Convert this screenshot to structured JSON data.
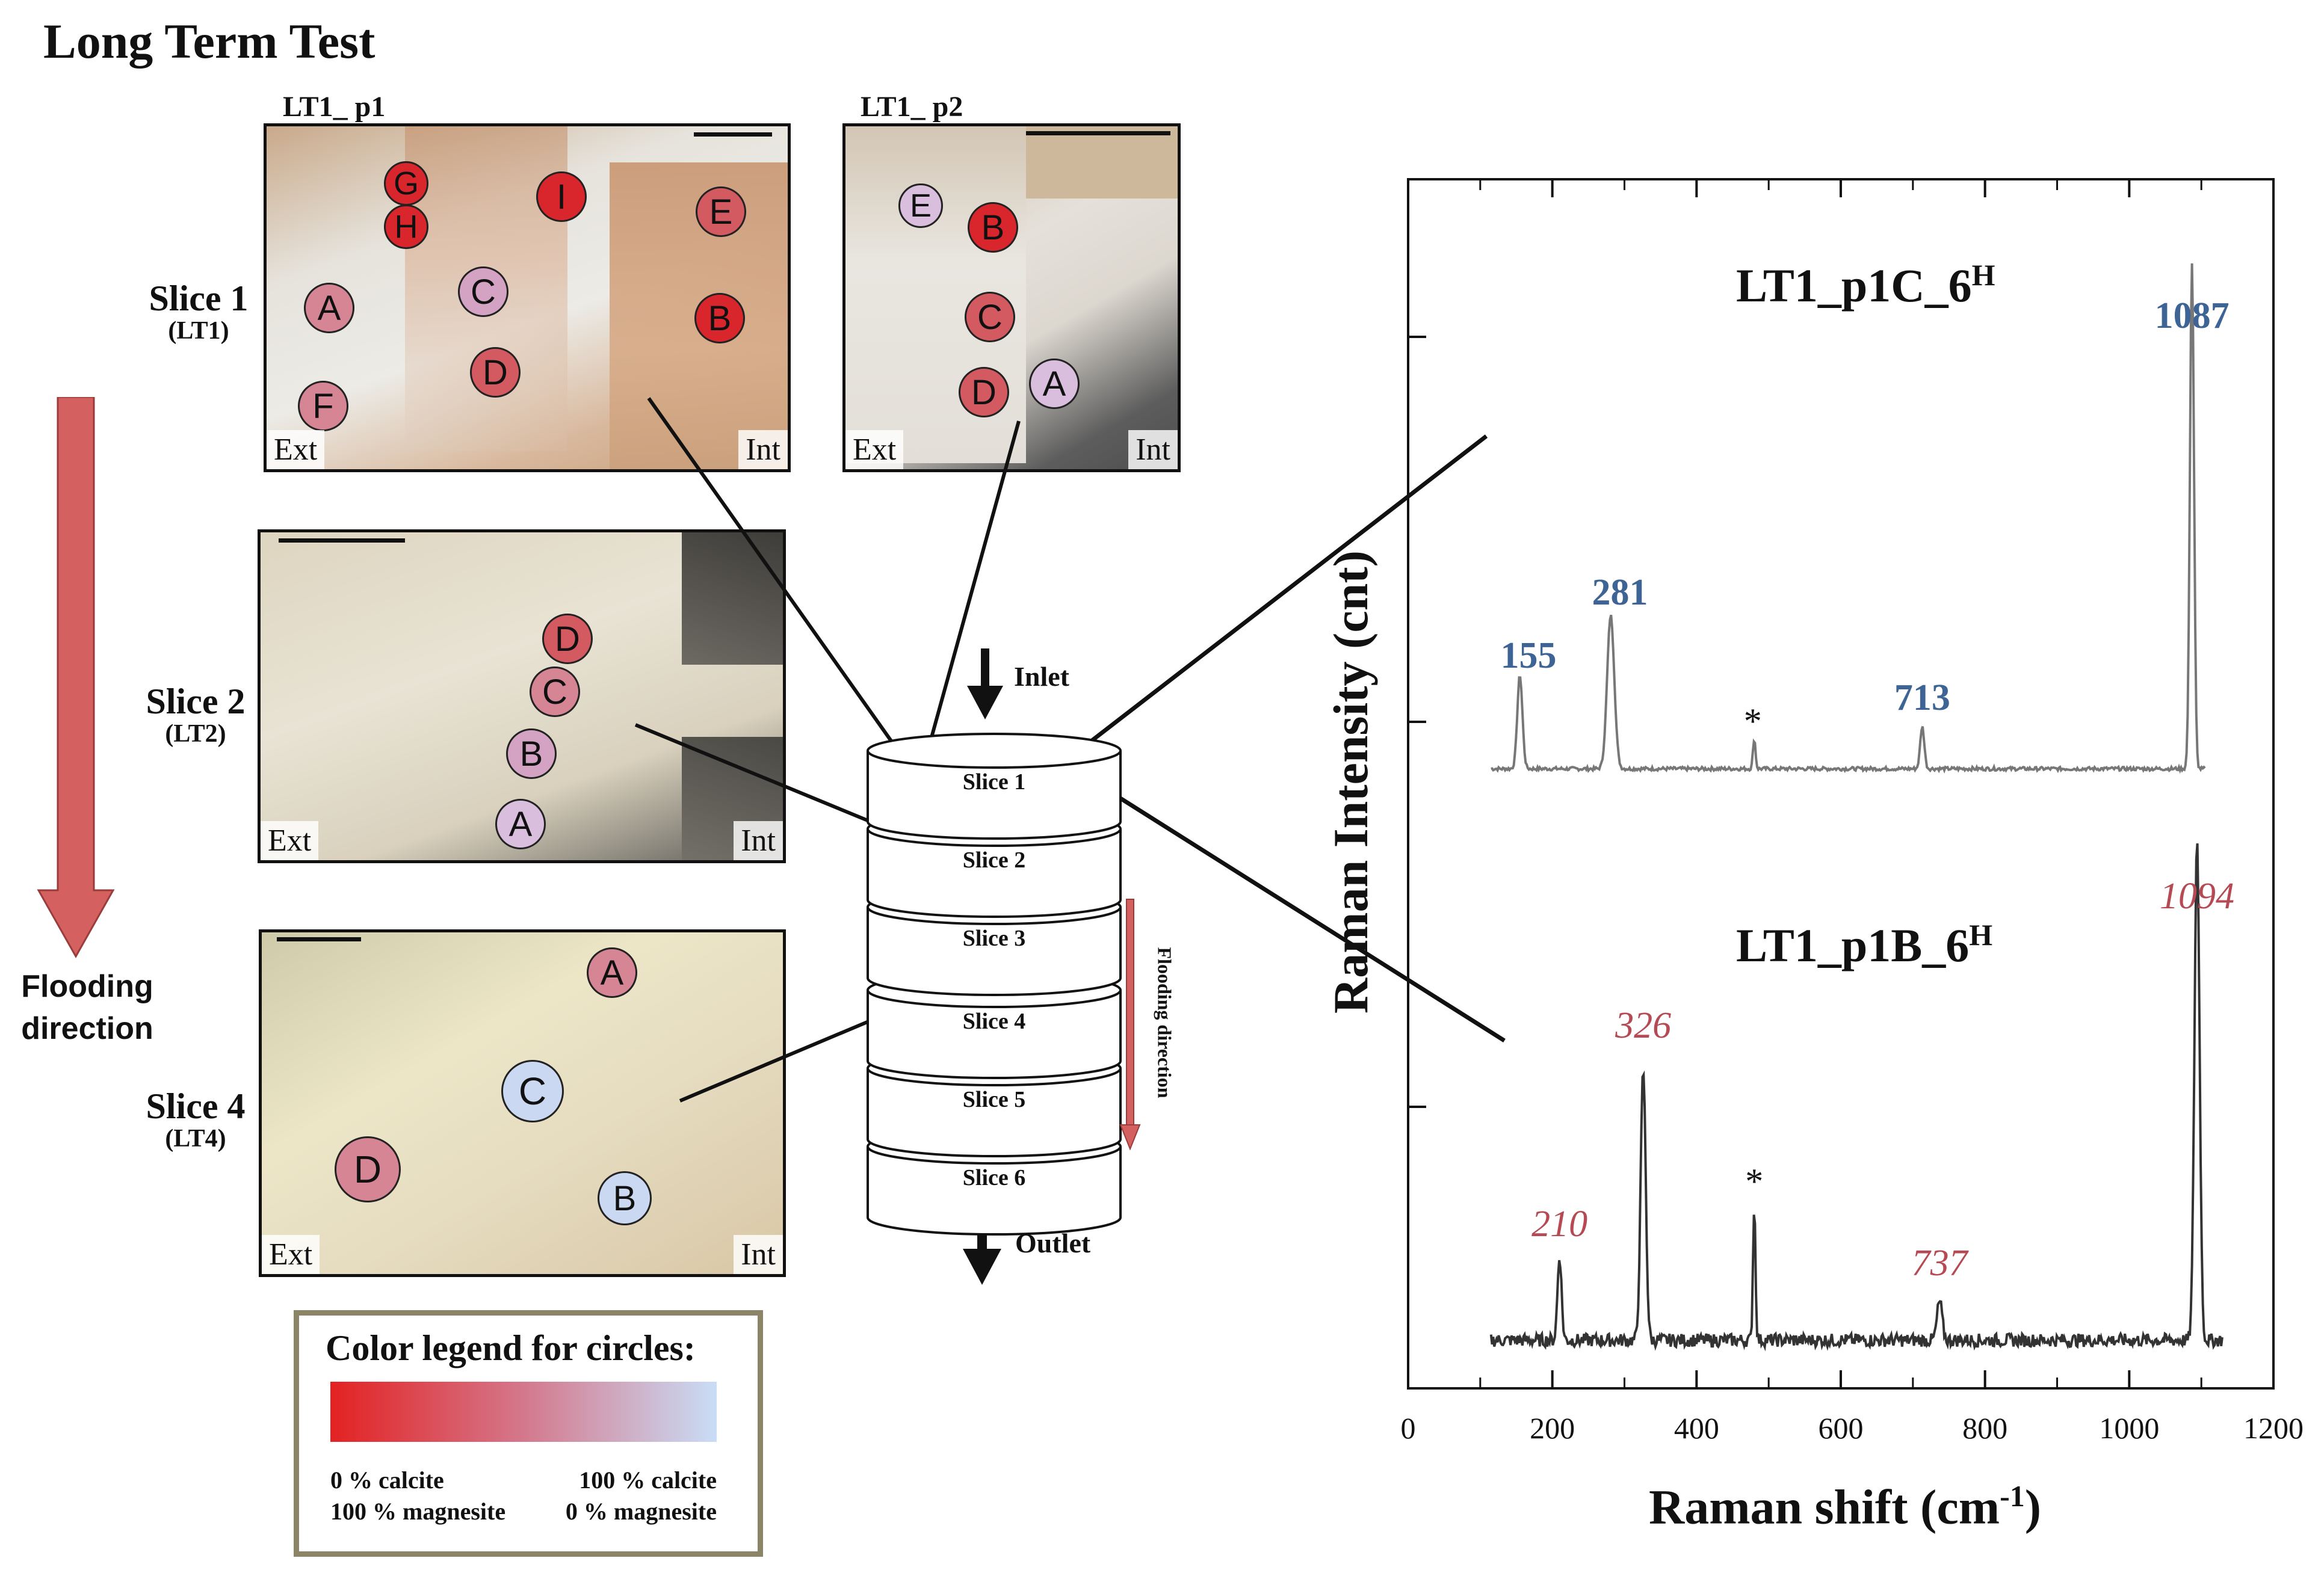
{
  "title": "Long Term Test",
  "panels": {
    "p1": {
      "label": "LT1_ p1",
      "ext": "Ext",
      "int": "Int"
    },
    "p2": {
      "label": "LT1_ p2",
      "ext": "Ext",
      "int": "Int"
    },
    "slice2": {
      "ext": "Ext",
      "int": "Int"
    },
    "slice4": {
      "ext": "Ext",
      "int": "Int"
    }
  },
  "slice_labels": {
    "s1": {
      "name": "Slice 1",
      "code": "(LT1)"
    },
    "s2": {
      "name": "Slice 2",
      "code": "(LT2)"
    },
    "s4": {
      "name": "Slice 4",
      "code": "(LT4)"
    }
  },
  "circles": {
    "p1": {
      "G": "G",
      "H": "H",
      "I": "I",
      "E": "E",
      "A": "A",
      "C": "C",
      "B": "B",
      "D": "D",
      "F": "F"
    },
    "p2": {
      "E": "E",
      "B": "B",
      "C": "C",
      "D": "D",
      "A": "A"
    },
    "s2": {
      "D": "D",
      "C": "C",
      "B": "B",
      "A": "A"
    },
    "s4": {
      "A": "A",
      "C": "C",
      "D": "D",
      "B": "B"
    }
  },
  "circle_colors": {
    "red": "#d9262c",
    "red_mid": "#d45a62",
    "pink": "#d68595",
    "mauve": "#d4a3c4",
    "lavender": "#d9bfdd",
    "light_blue": "#cad9f1"
  },
  "flooding_arrow": {
    "line1": "Flooding",
    "line2": "direction",
    "color": "#d4605f"
  },
  "legend": {
    "title": "Color legend for circles:",
    "left_line1": "0 % calcite",
    "left_line2": "100 % magnesite",
    "right_line1": "100 % calcite",
    "right_line2": "0 % magnesite",
    "gradient_start": "#e32222",
    "gradient_end": "#c9ddf6"
  },
  "cylinder": {
    "inlet": "Inlet",
    "outlet": "Outlet",
    "slices": [
      "Slice 1",
      "Slice 2",
      "Slice 3",
      "Slice 4",
      "Slice 5",
      "Slice 6"
    ],
    "flow_label": "Flooding direction"
  },
  "chart_data": {
    "type": "line",
    "xlabel": "Raman shift (cm-1)",
    "ylabel": "Raman Intensity (cnt)",
    "xlim": [
      0,
      1200
    ],
    "x_ticks": [
      0,
      200,
      400,
      600,
      800,
      1000,
      1200
    ],
    "y_ticks_labeled": false,
    "series": [
      {
        "name": "LT1_p1C_6H",
        "title_main": "LT1_p1C_6",
        "title_sup": "H",
        "peaks": [
          {
            "x": 155,
            "label": "155"
          },
          {
            "x": 281,
            "label": "281"
          },
          {
            "x": 480,
            "label": "*"
          },
          {
            "x": 713,
            "label": "713"
          },
          {
            "x": 1087,
            "label": "1087"
          }
        ],
        "label_color": "#3d6494",
        "x_range": [
          115,
          1105
        ]
      },
      {
        "name": "LT1_p1B_6H",
        "title_main": "LT1_p1B_6",
        "title_sup": "H",
        "peaks": [
          {
            "x": 210,
            "label": "210"
          },
          {
            "x": 326,
            "label": "326"
          },
          {
            "x": 480,
            "label": "*"
          },
          {
            "x": 737,
            "label": "737"
          },
          {
            "x": 1094,
            "label": "1094"
          }
        ],
        "label_color": "#b54a54",
        "x_range": [
          115,
          1130
        ]
      }
    ]
  }
}
